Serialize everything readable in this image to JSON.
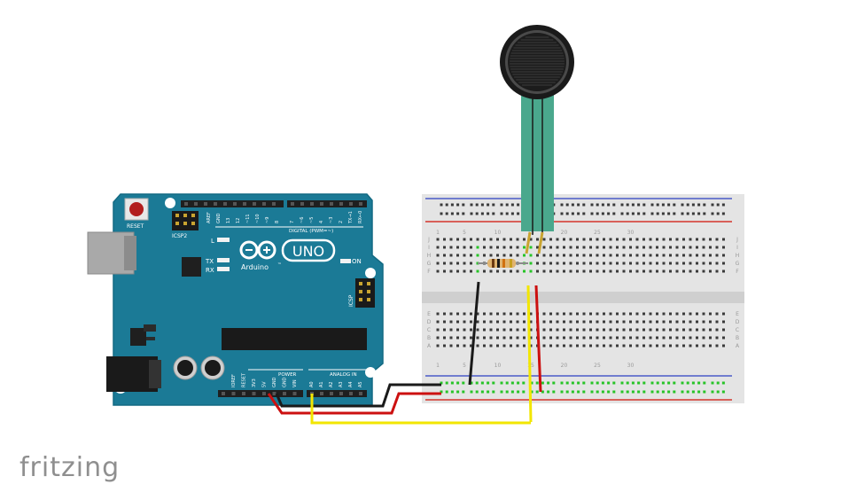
{
  "brand": "fritzing",
  "board": {
    "reset": "RESET",
    "icsp2": "ICSP2",
    "icsp": "ICSP",
    "led_l": "L",
    "led_tx": "TX",
    "led_rx": "RX",
    "on": "ON",
    "logo_name": "Arduino",
    "model": "UNO",
    "trademark": "™",
    "digital": "DIGITAL (PWM=~)",
    "power": "POWER",
    "analog_in": "ANALOG IN",
    "aref": "AREF",
    "gnd": "GND",
    "dpins": [
      "13",
      "12",
      "~11",
      "~10",
      "~9",
      "8",
      "7",
      "~6",
      "~5",
      "4",
      "~3",
      "2",
      "TX→1",
      "RX←0"
    ],
    "ppins": [
      "IOREF",
      "RESET",
      "3V3",
      "5V",
      "GND",
      "GND",
      "VIN"
    ],
    "apins": [
      "A0",
      "A1",
      "A2",
      "A3",
      "A4",
      "A5"
    ]
  },
  "breadboard": {
    "col_numbers": [
      "1",
      "5",
      "10",
      "15",
      "20",
      "25",
      "30"
    ],
    "row_letters_top": [
      "J",
      "I",
      "H",
      "G",
      "F"
    ],
    "row_letters_bottom": [
      "E",
      "D",
      "C",
      "B",
      "A"
    ]
  },
  "colors": {
    "board": "#1b7a96",
    "board_edge": "#136a83",
    "breadboard": "#e4e4e4",
    "wire_black": "#1a1a1a",
    "wire_red": "#cc1010",
    "wire_yellow": "#f2e600",
    "rail_red": "#d4342b",
    "rail_blue": "#4b5bc8",
    "sensor_green": "#4aa88d",
    "hole_green": "#27c427"
  }
}
